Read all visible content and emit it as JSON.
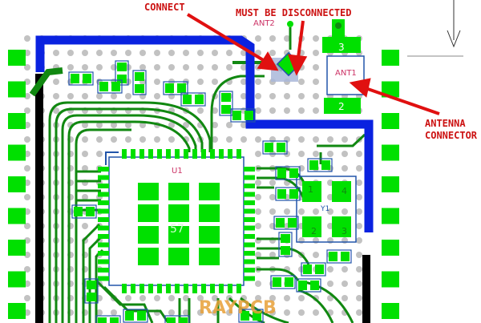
{
  "callouts": {
    "connect": "CONNECT",
    "must_disconnect": "MUST BE DISCONNECTED",
    "antenna_connector_line1": "ANTENNA",
    "antenna_connector_line2": "CONNECTOR"
  },
  "refdes": {
    "ant2": "ANT2",
    "ant1": "ANT1",
    "u1": "U1",
    "y1": "Y1",
    "ant1_pin_top": "3",
    "ant1_pin_bottom": "2",
    "crystal_pins": [
      "1",
      "4",
      "2",
      "3"
    ],
    "u1_center": "57"
  },
  "watermark": "RAYPCB",
  "colors": {
    "board": "#ffffff",
    "pad": "#00e000",
    "trace": "#118811",
    "ground_trace": "#0a22e0",
    "silkscreen": "#2255aa",
    "via": "#c2c2c2",
    "callout": "#cc1111",
    "ant_label": "#cc3366"
  }
}
